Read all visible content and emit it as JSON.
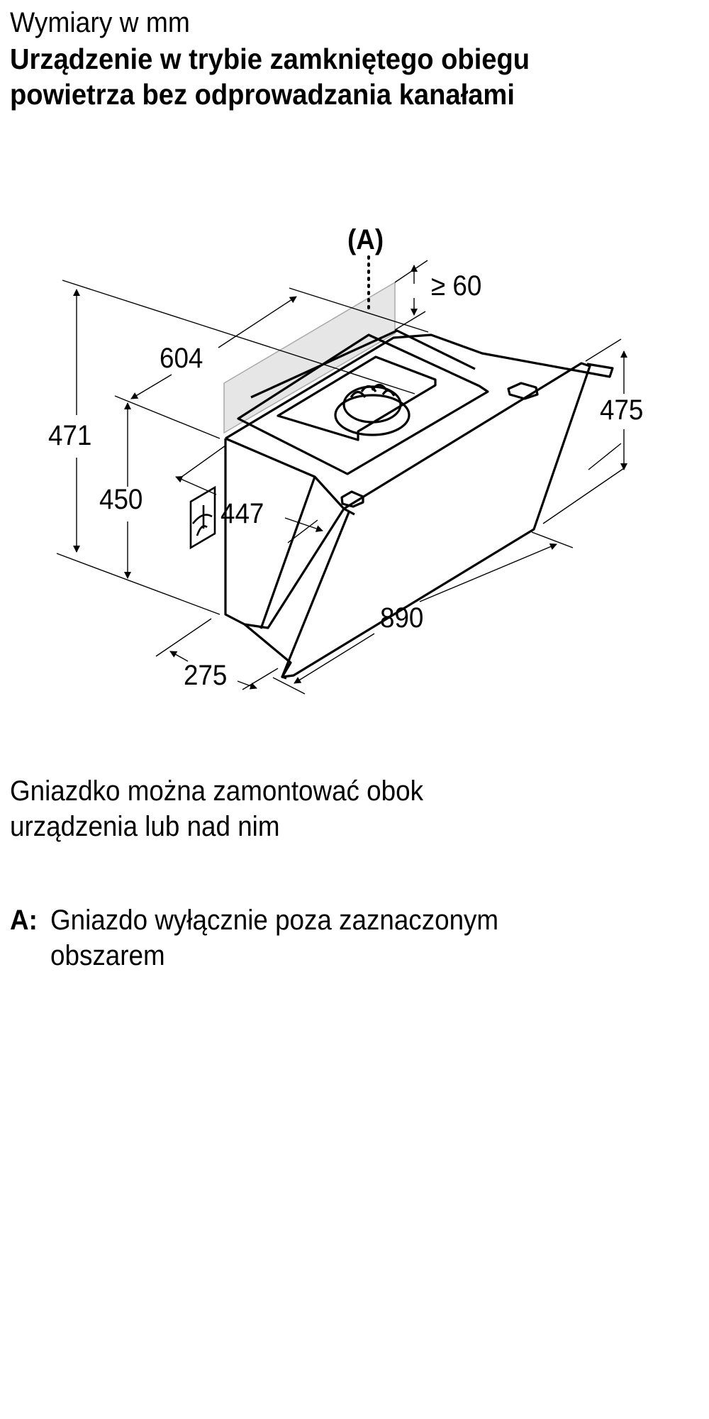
{
  "header": {
    "subtitle": "Wymiary w mm",
    "title_line1": "Urządzenie w trybie zamkniętego obiegu",
    "title_line2": "powietrza bez odprowadzania kanałami"
  },
  "diagram": {
    "area_label": "(A)",
    "dimensions": {
      "clearance": "≥ 60",
      "width_top": "604",
      "height_total": "471",
      "height_front": "475",
      "height_body": "450",
      "depth_side": "447",
      "width_front": "890",
      "depth_bottom": "275"
    },
    "icons": [
      "socket-icon"
    ],
    "colors": {
      "lines": "#000000",
      "shaded_area": "#e6e6e6",
      "shaded_border": "#aaaaaa"
    }
  },
  "notes": {
    "socket_line1": "Gniazdko można zamontować obok",
    "socket_line2": "urządzenia lub nad nim"
  },
  "legend": {
    "key": "A:",
    "line1": "Gniazdo wyłącznie poza zaznaczonym",
    "line2": "obszarem"
  }
}
